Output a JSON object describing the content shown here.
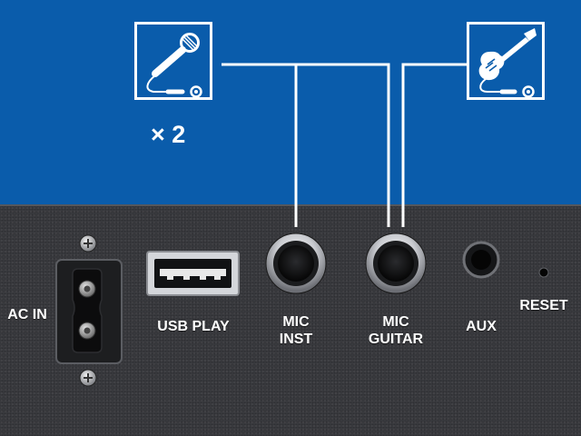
{
  "input_tiles": [
    {
      "icon": "microphone-icon",
      "quantity": "× 2"
    },
    {
      "icon": "electric-guitar-icon"
    }
  ],
  "ports": {
    "ac_in": "AC IN",
    "usb_play": "USB PLAY",
    "mic_inst": {
      "line1": "MIC",
      "line2": "INST"
    },
    "mic_guitar": {
      "line1": "MIC",
      "line2": "GUITAR"
    },
    "aux": "AUX",
    "reset": "RESET"
  },
  "colors": {
    "background_blue": "#0a5cab",
    "panel_dark": "#3a3b3f",
    "wire_white": "#ffffff"
  }
}
